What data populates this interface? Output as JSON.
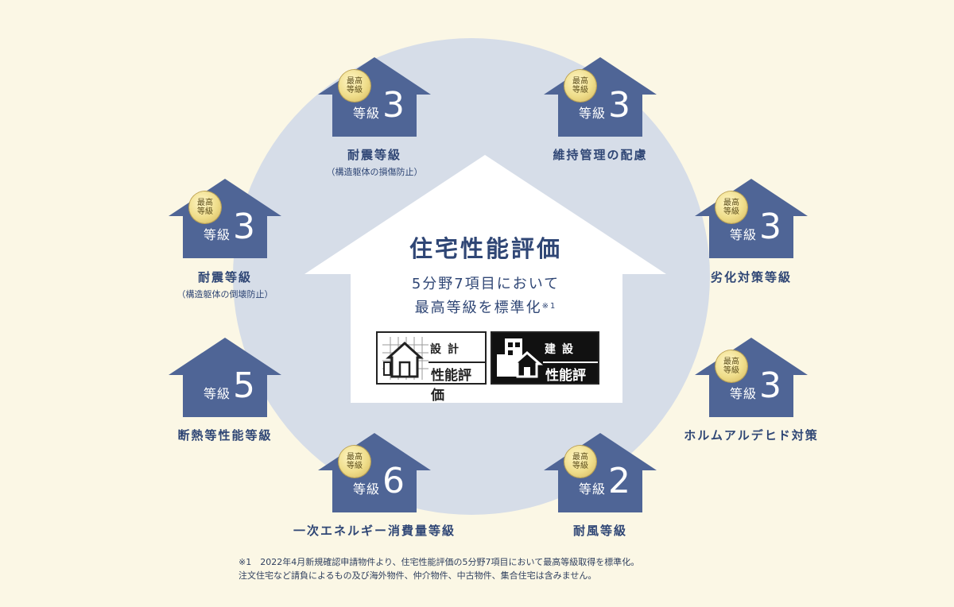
{
  "center": {
    "title": "住宅性能評価",
    "line1": "5分野7項目において",
    "line2": "最高等級を標準化",
    "note_mark": "※1"
  },
  "marks": {
    "design": {
      "category": "設計",
      "label": "性能評価"
    },
    "build": {
      "category": "建設",
      "label": "性能評価"
    }
  },
  "badge_text": "最高等級",
  "grade_label": "等級",
  "items": [
    {
      "grade": "3",
      "name": "耐震等級",
      "note": "（構造躯体の損傷防止）",
      "top_grade": true
    },
    {
      "grade": "3",
      "name": "維持管理の配慮",
      "note": "",
      "top_grade": true
    },
    {
      "grade": "3",
      "name": "耐震等級",
      "note": "（構造躯体の倒壊防止）",
      "top_grade": true
    },
    {
      "grade": "3",
      "name": "劣化対策等級",
      "note": "",
      "top_grade": true
    },
    {
      "grade": "5",
      "name": "断熱等性能等級",
      "note": "",
      "top_grade": false
    },
    {
      "grade": "3",
      "name": "ホルムアルデヒド対策",
      "note": "",
      "top_grade": true
    },
    {
      "grade": "6",
      "name": "一次エネルギー消費量等級",
      "note": "",
      "top_grade": true
    },
    {
      "grade": "2",
      "name": "耐風等級",
      "note": "",
      "top_grade": true
    }
  ],
  "footnote": {
    "line1": "※1　2022年4月新規確認申請物件より、住宅性能評価の5分野7項目において最高等級取得を標準化。",
    "line2": "注文住宅など請負によるもの及び海外物件、仲介物件、中古物件、集合住宅は含みません。"
  },
  "colors": {
    "background": "#fbf7e5",
    "circle": "#d6dde8",
    "house": "#4f6596",
    "text": "#2f4675",
    "badge": "#efdd8a"
  }
}
